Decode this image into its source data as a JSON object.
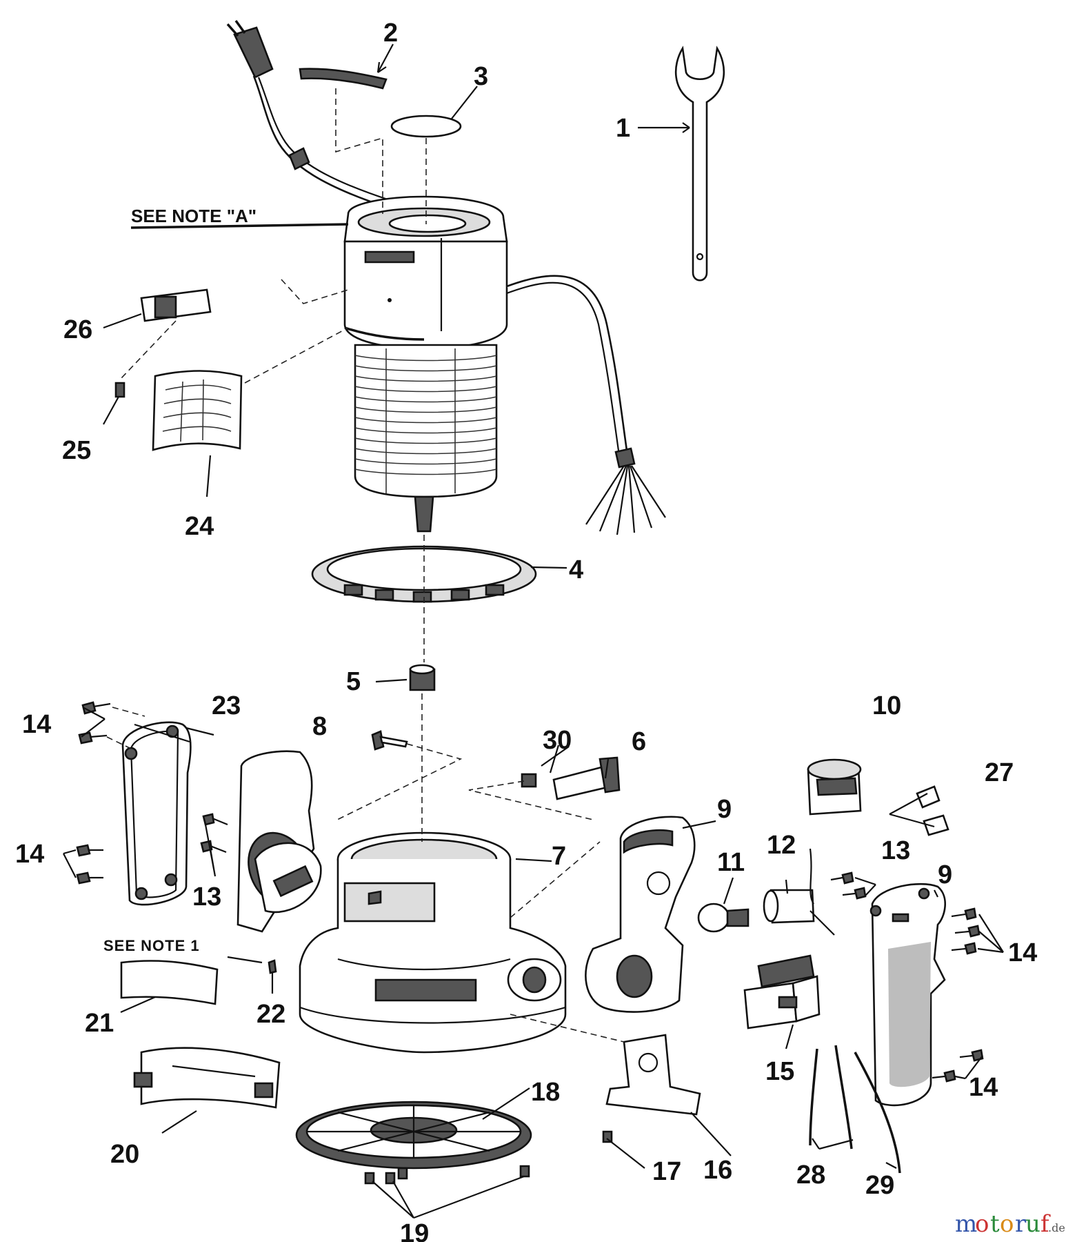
{
  "callouts": [
    {
      "id": "1",
      "text": "1"
    },
    {
      "id": "2",
      "text": "2"
    },
    {
      "id": "3",
      "text": "3"
    },
    {
      "id": "4",
      "text": "4"
    },
    {
      "id": "5",
      "text": "5"
    },
    {
      "id": "6",
      "text": "6"
    },
    {
      "id": "7",
      "text": "7"
    },
    {
      "id": "8",
      "text": "8"
    },
    {
      "id": "9a",
      "text": "9"
    },
    {
      "id": "9b",
      "text": "9"
    },
    {
      "id": "10",
      "text": "10"
    },
    {
      "id": "11",
      "text": "11"
    },
    {
      "id": "12",
      "text": "12"
    },
    {
      "id": "13a",
      "text": "13"
    },
    {
      "id": "13b",
      "text": "13"
    },
    {
      "id": "14a",
      "text": "14"
    },
    {
      "id": "14b",
      "text": "14"
    },
    {
      "id": "14c",
      "text": "14"
    },
    {
      "id": "14d",
      "text": "14"
    },
    {
      "id": "15",
      "text": "15"
    },
    {
      "id": "16",
      "text": "16"
    },
    {
      "id": "17",
      "text": "17"
    },
    {
      "id": "18",
      "text": "18"
    },
    {
      "id": "19",
      "text": "19"
    },
    {
      "id": "20",
      "text": "20"
    },
    {
      "id": "21",
      "text": "21"
    },
    {
      "id": "22",
      "text": "22"
    },
    {
      "id": "23",
      "text": "23"
    },
    {
      "id": "24",
      "text": "24"
    },
    {
      "id": "25",
      "text": "25"
    },
    {
      "id": "26",
      "text": "26"
    },
    {
      "id": "27",
      "text": "27"
    },
    {
      "id": "28",
      "text": "28"
    },
    {
      "id": "29",
      "text": "29"
    },
    {
      "id": "30",
      "text": "30"
    }
  ],
  "notes": {
    "note_a": "SEE NOTE \"A\"",
    "note_1": "SEE NOTE 1"
  },
  "watermark": {
    "m": "m",
    "o1": "o",
    "t": "t",
    "o2": "o",
    "r": "r",
    "u": "u",
    "f": "f",
    "tld": ".de"
  }
}
